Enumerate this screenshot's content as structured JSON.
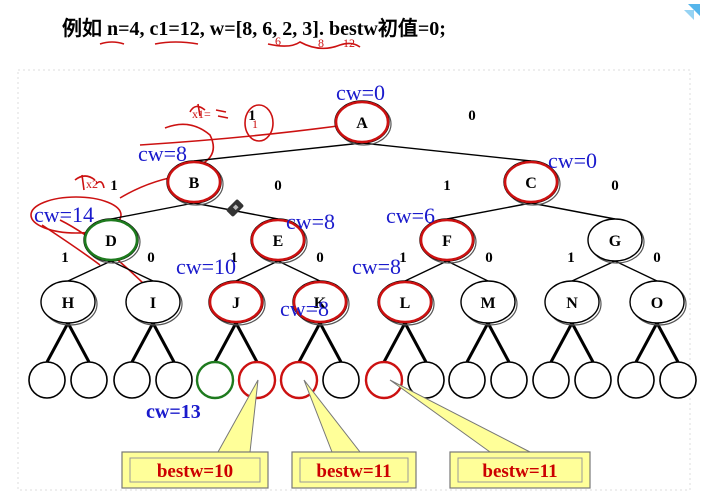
{
  "title": "例如  n=4, c1=12, w=[8, 6, 2, 3]. bestw初值=0;",
  "handwriting": [
    "x1=",
    "1",
    "x2",
    "6",
    "8",
    "12"
  ],
  "nodes": [
    {
      "id": "A",
      "label": "A",
      "hl": "red"
    },
    {
      "id": "B",
      "label": "B",
      "hl": "red"
    },
    {
      "id": "C",
      "label": "C",
      "hl": "red"
    },
    {
      "id": "D",
      "label": "D",
      "hl": "green"
    },
    {
      "id": "E",
      "label": "E",
      "hl": "red"
    },
    {
      "id": "F",
      "label": "F",
      "hl": "red"
    },
    {
      "id": "G",
      "label": "G",
      "hl": "none"
    },
    {
      "id": "H",
      "label": "H",
      "hl": "none"
    },
    {
      "id": "I",
      "label": "I",
      "hl": "none"
    },
    {
      "id": "J",
      "label": "J",
      "hl": "red"
    },
    {
      "id": "K",
      "label": "K",
      "hl": "red"
    },
    {
      "id": "L",
      "label": "L",
      "hl": "red"
    },
    {
      "id": "M",
      "label": "M",
      "hl": "none"
    },
    {
      "id": "N",
      "label": "N",
      "hl": "none"
    },
    {
      "id": "O",
      "label": "O",
      "hl": "none"
    }
  ],
  "leaves": [
    "none",
    "none",
    "none",
    "none",
    "green",
    "red",
    "red",
    "none",
    "red",
    "none",
    "none",
    "none",
    "none",
    "none",
    "none",
    "none"
  ],
  "edge_labels": {
    "A_B": "1",
    "A_C": "0",
    "B_D": "1",
    "B_E": "0",
    "C_F": "1",
    "C_G": "0",
    "D_H": "1",
    "D_I": "0",
    "E_J": "1",
    "E_K": "0",
    "F_L": "1",
    "F_M": "0",
    "G_N": "1",
    "G_O": "0"
  },
  "cw_labels": {
    "A": "cw=0",
    "B": "cw=8",
    "C": "cw=0",
    "D": "cw=14",
    "E": "cw=8",
    "F": "cw=6",
    "J": "cw=10",
    "K": "cw=8",
    "L": "cw=8",
    "leaf": "cw=13"
  },
  "callouts": [
    "bestw=10",
    "bestw=11",
    "bestw=11"
  ],
  "colors": {
    "red": "#cc1111",
    "green": "#1e7a1e",
    "blue": "#1a1acc",
    "callout_fill": "#ffff99",
    "callout_text": "#cc0000",
    "icon": "#2aa3e6"
  }
}
